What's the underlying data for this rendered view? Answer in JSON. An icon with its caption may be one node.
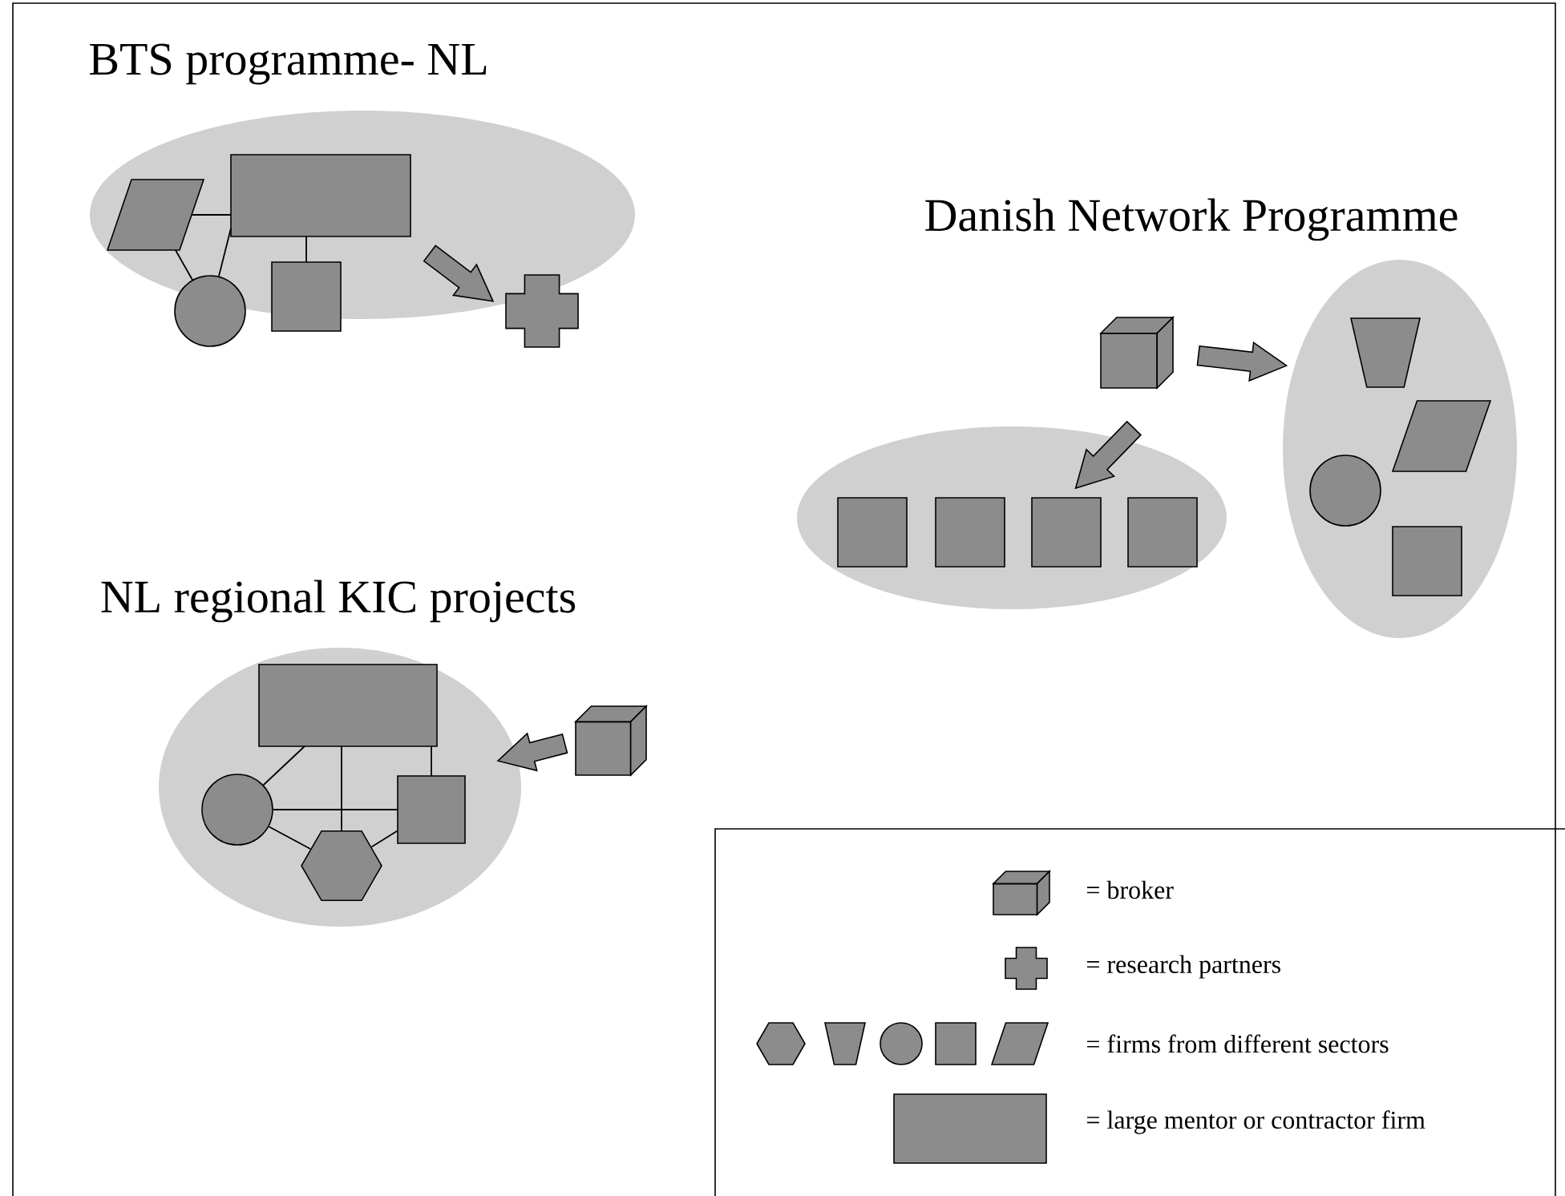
{
  "diagram": {
    "nodes": [
      {
        "text": [],
        "shape": "ellipse"
      },
      {
        "text": [],
        "shape": "parallelogram",
        "in": 0
      },
      {
        "text": [],
        "shape": "box",
        "in": 0
      },
      {
        "text": [],
        "shape": "circle",
        "in": 0
      },
      {
        "text": [],
        "shape": "square",
        "in": 0
      },
      {
        "text": [],
        "shape": "cross",
        "in": 0
      },
      {
        "text": [],
        "shape": "cube"
      },
      {
        "text": [],
        "shape": "ellipse"
      },
      {
        "text": [],
        "shape": "square",
        "in": 7
      },
      {
        "text": [],
        "shape": "square",
        "in": 7
      },
      {
        "text": [],
        "shape": "square",
        "in": 7
      },
      {
        "text": [],
        "shape": "square",
        "in": 7
      },
      {
        "text": [],
        "shape": "ellipse"
      },
      {
        "text": [],
        "shape": "trapezoid",
        "in": 12
      },
      {
        "text": [],
        "shape": "parallelogram",
        "in": 12
      },
      {
        "text": [],
        "shape": "circle",
        "in": 12
      },
      {
        "text": [],
        "shape": "square",
        "in": 12
      },
      {
        "text": [],
        "shape": "ellipse"
      },
      {
        "text": [],
        "shape": "box",
        "in": 17
      },
      {
        "text": [],
        "shape": "circle",
        "in": 17
      },
      {
        "text": [],
        "shape": "square",
        "in": 17
      },
      {
        "text": [],
        "shape": "hexagon",
        "in": 17
      },
      {
        "text": [],
        "shape": "cube"
      }
    ],
    "edges": [
      {
        "from": 1,
        "to": 2,
        "arrow": "none"
      },
      {
        "from": 1,
        "to": 3,
        "arrow": "none"
      },
      {
        "from": 2,
        "to": 3,
        "arrow": "none"
      },
      {
        "from": 2,
        "to": 4,
        "arrow": "none"
      },
      {
        "from": null,
        "to": 5,
        "arrow": "to",
        "style": "thick"
      },
      {
        "from": 6,
        "to": 12,
        "arrow": "to",
        "style": "thick"
      },
      {
        "from": 6,
        "to": 10,
        "arrow": "to",
        "style": "thick"
      },
      {
        "from": 18,
        "to": 19,
        "arrow": "none"
      },
      {
        "from": 18,
        "to": 21,
        "arrow": "none"
      },
      {
        "from": 18,
        "to": 20,
        "arrow": "none"
      },
      {
        "from": 19,
        "to": 20,
        "arrow": "none"
      },
      {
        "from": 19,
        "to": 21,
        "arrow": "none"
      },
      {
        "from": 20,
        "to": 21,
        "arrow": "none"
      },
      {
        "from": 22,
        "to": 17,
        "arrow": "to",
        "style": "thick"
      }
    ],
    "labels": [
      "BTS programme- NL",
      "Danish Network Programme",
      "NL regional KIC projects"
    ],
    "legend": [
      {
        "text": "= broker"
      },
      {
        "text": "= research partners"
      },
      {
        "text": "= firms from different sectors"
      },
      {
        "text": "= large mentor or contractor firm"
      }
    ]
  }
}
